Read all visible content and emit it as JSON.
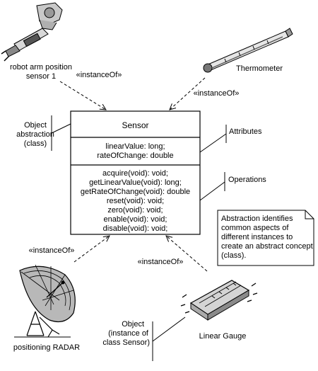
{
  "class_box": {
    "name": "Sensor",
    "attributes": [
      "linearValue: long;",
      "rateOfChange: double"
    ],
    "operations": [
      "acquire(void): void;",
      "getLinearValue(void): long;",
      "getRateOfChange(void): double",
      "reset(void): void;",
      "zero(void): void;",
      "enable(void): void;",
      "disable(void): void;"
    ]
  },
  "instances": {
    "robot_arm": [
      "robot arm position",
      "sensor 1"
    ],
    "thermometer": "Thermometer",
    "radar": "positioning RADAR",
    "gauge": "Linear Gauge"
  },
  "relation_label": "«instanceOf»",
  "callouts": {
    "object_abstraction": [
      "Object",
      "abstraction",
      "(class)"
    ],
    "attributes": "Attributes",
    "operations": "Operations",
    "object_instance": [
      "Object",
      "(instance of",
      "class Sensor)"
    ]
  },
  "note": [
    "Abstraction identifies",
    "common aspects of",
    "different instances to",
    "create an abstract concept",
    "(class)."
  ]
}
